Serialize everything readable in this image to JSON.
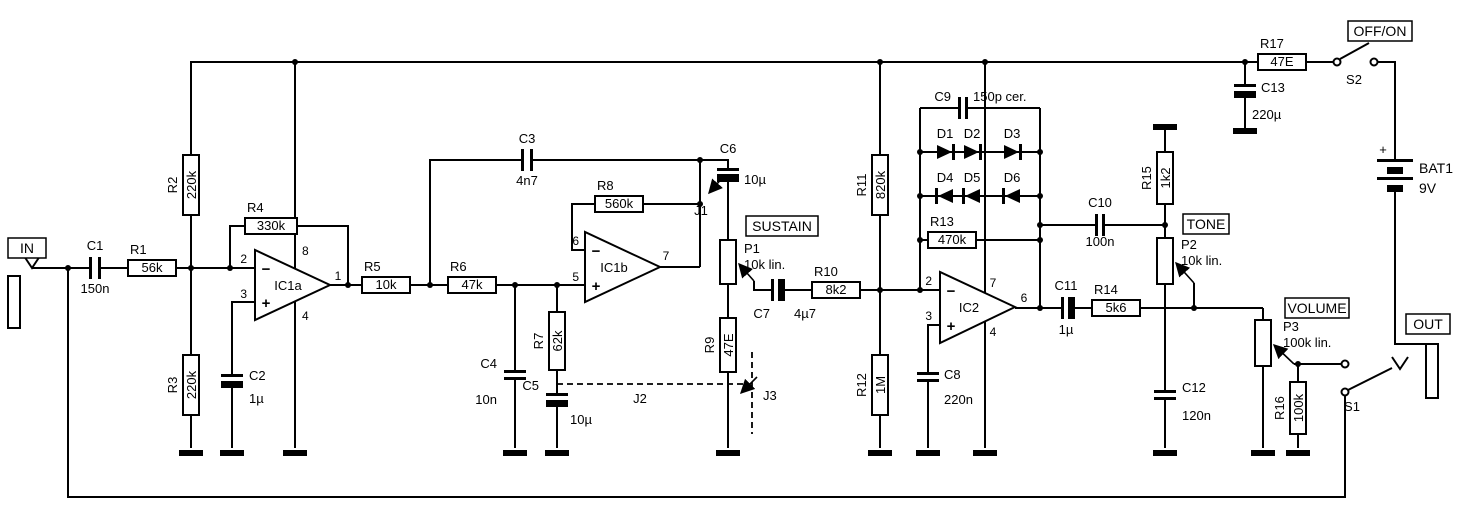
{
  "schematic": {
    "ports": {
      "in": "IN",
      "out": "OUT"
    },
    "controls": {
      "sustain": "SUSTAIN",
      "tone": "TONE",
      "volume": "VOLUME",
      "power": "OFF/ON"
    },
    "resistors": {
      "r1": {
        "name": "R1",
        "value": "56k"
      },
      "r2": {
        "name": "R2",
        "value": "220k"
      },
      "r3": {
        "name": "R3",
        "value": "220k"
      },
      "r4": {
        "name": "R4",
        "value": "330k"
      },
      "r5": {
        "name": "R5",
        "value": "10k"
      },
      "r6": {
        "name": "R6",
        "value": "47k"
      },
      "r7": {
        "name": "R7",
        "value": "62k"
      },
      "r8": {
        "name": "R8",
        "value": "560k"
      },
      "r9": {
        "name": "R9",
        "value": "47E"
      },
      "r10": {
        "name": "R10",
        "value": "8k2"
      },
      "r11": {
        "name": "R11",
        "value": "820k"
      },
      "r12": {
        "name": "R12",
        "value": "1M"
      },
      "r13": {
        "name": "R13",
        "value": "470k"
      },
      "r14": {
        "name": "R14",
        "value": "5k6"
      },
      "r15": {
        "name": "R15",
        "value": "1k2"
      },
      "r16": {
        "name": "R16",
        "value": "100k"
      },
      "r17": {
        "name": "R17",
        "value": "47E"
      }
    },
    "capacitors": {
      "c1": {
        "name": "C1",
        "value": "150n"
      },
      "c2": {
        "name": "C2",
        "value": "1µ"
      },
      "c3": {
        "name": "C3",
        "value": "4n7"
      },
      "c4": {
        "name": "C4",
        "value": "10n"
      },
      "c5": {
        "name": "C5",
        "value": "10µ"
      },
      "c6": {
        "name": "C6",
        "value": "10µ"
      },
      "c7": {
        "name": "C7",
        "value": "4µ7"
      },
      "c8": {
        "name": "C8",
        "value": "220n"
      },
      "c9": {
        "name": "C9",
        "value": "150p cer."
      },
      "c10": {
        "name": "C10",
        "value": "100n"
      },
      "c11": {
        "name": "C11",
        "value": "1µ"
      },
      "c12": {
        "name": "C12",
        "value": "120n"
      },
      "c13": {
        "name": "C13",
        "value": "220µ"
      }
    },
    "potentiometers": {
      "p1": {
        "name": "P1",
        "value": "10k lin."
      },
      "p2": {
        "name": "P2",
        "value": "10k lin."
      },
      "p3": {
        "name": "P3",
        "value": "100k lin."
      }
    },
    "diodes": {
      "d1": "D1",
      "d2": "D2",
      "d3": "D3",
      "d4": "D4",
      "d5": "D5",
      "d6": "D6"
    },
    "ics": {
      "ic1a": {
        "name": "IC1a",
        "pin_inv": "2",
        "pin_noninv": "3",
        "pin_out": "1",
        "pin_vcc": "8",
        "pin_gnd": "4",
        "minus": "−",
        "plus": "+"
      },
      "ic1b": {
        "name": "IC1b",
        "pin_inv": "6",
        "pin_noninv": "5",
        "pin_out": "7",
        "minus": "−",
        "plus": "+"
      },
      "ic2": {
        "name": "IC2",
        "pin_inv": "2",
        "pin_noninv": "3",
        "pin_out": "6",
        "pin_vcc": "7",
        "pin_gnd": "4",
        "minus": "−",
        "plus": "+"
      }
    },
    "battery": {
      "name": "BAT1",
      "voltage": "9V",
      "plus": "+"
    },
    "switches": {
      "s1": "S1",
      "s2": "S2"
    },
    "jumpers": {
      "j1": "J1",
      "j2": "J2",
      "j3": "J3"
    }
  }
}
